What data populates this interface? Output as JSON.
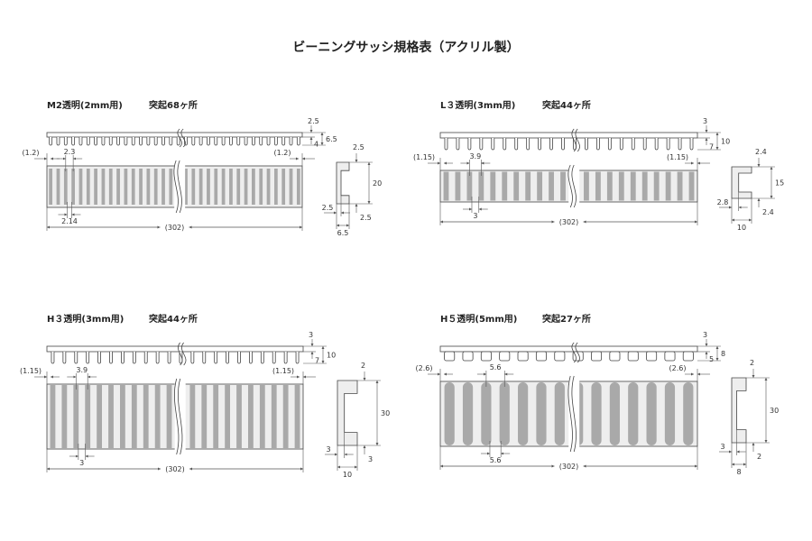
{
  "title": "ビーニングサッシ規格表（アクリル製）",
  "colors": {
    "body": "#eeeeee",
    "tooth": "#a9a9a9",
    "line": "#444444"
  },
  "panels": [
    {
      "id": "m2",
      "heading": "M2透明(2mm用)",
      "count": "突起68ヶ所",
      "dims": {
        "top_thickness": "2.5",
        "total_height": "6.5",
        "tooth_height": "4",
        "pitch_top": "2.3",
        "gap_bottom": "2.14",
        "edge_left": "(1.2)",
        "edge_right": "(1.2)",
        "length": "(302)",
        "side_top": "2.5",
        "side_height": "20",
        "side_bottom": "2.5",
        "side_lip": "2.5",
        "side_width": "6.5"
      }
    },
    {
      "id": "l3",
      "heading": "L３透明(3mm用)",
      "count": "突起44ヶ所",
      "dims": {
        "top_thickness": "3",
        "total_height": "10",
        "tooth_height": "7",
        "pitch_top": "3.9",
        "gap_bottom": "3",
        "edge_left": "(1.15)",
        "edge_right": "(1.15)",
        "length": "(302)",
        "side_top": "2.4",
        "side_height": "15",
        "side_bottom": "2.4",
        "side_lip": "2.8",
        "side_width": "10"
      }
    },
    {
      "id": "h3",
      "heading": "H３透明(3mm用)",
      "count": "突起44ヶ所",
      "dims": {
        "top_thickness": "3",
        "total_height": "10",
        "tooth_height": "7",
        "pitch_top": "3.9",
        "gap_bottom": "3",
        "edge_left": "(1.15)",
        "edge_right": "(1.15)",
        "length": "(302)",
        "side_top": "2",
        "side_height": "30",
        "side_bottom": "3",
        "side_lip": "3",
        "side_width": "10"
      }
    },
    {
      "id": "h5",
      "heading": "H５透明(5mm用)",
      "count": "突起27ヶ所",
      "dims": {
        "top_thickness": "3",
        "total_height": "8",
        "tooth_height": "5",
        "pitch_top": "5.6",
        "gap_bottom": "5.6",
        "edge_left": "(2.6)",
        "edge_right": "(2.6)",
        "length": "(302)",
        "side_top": "2",
        "side_height": "30",
        "side_bottom": "2",
        "side_lip": "3",
        "side_width": "8"
      }
    }
  ]
}
